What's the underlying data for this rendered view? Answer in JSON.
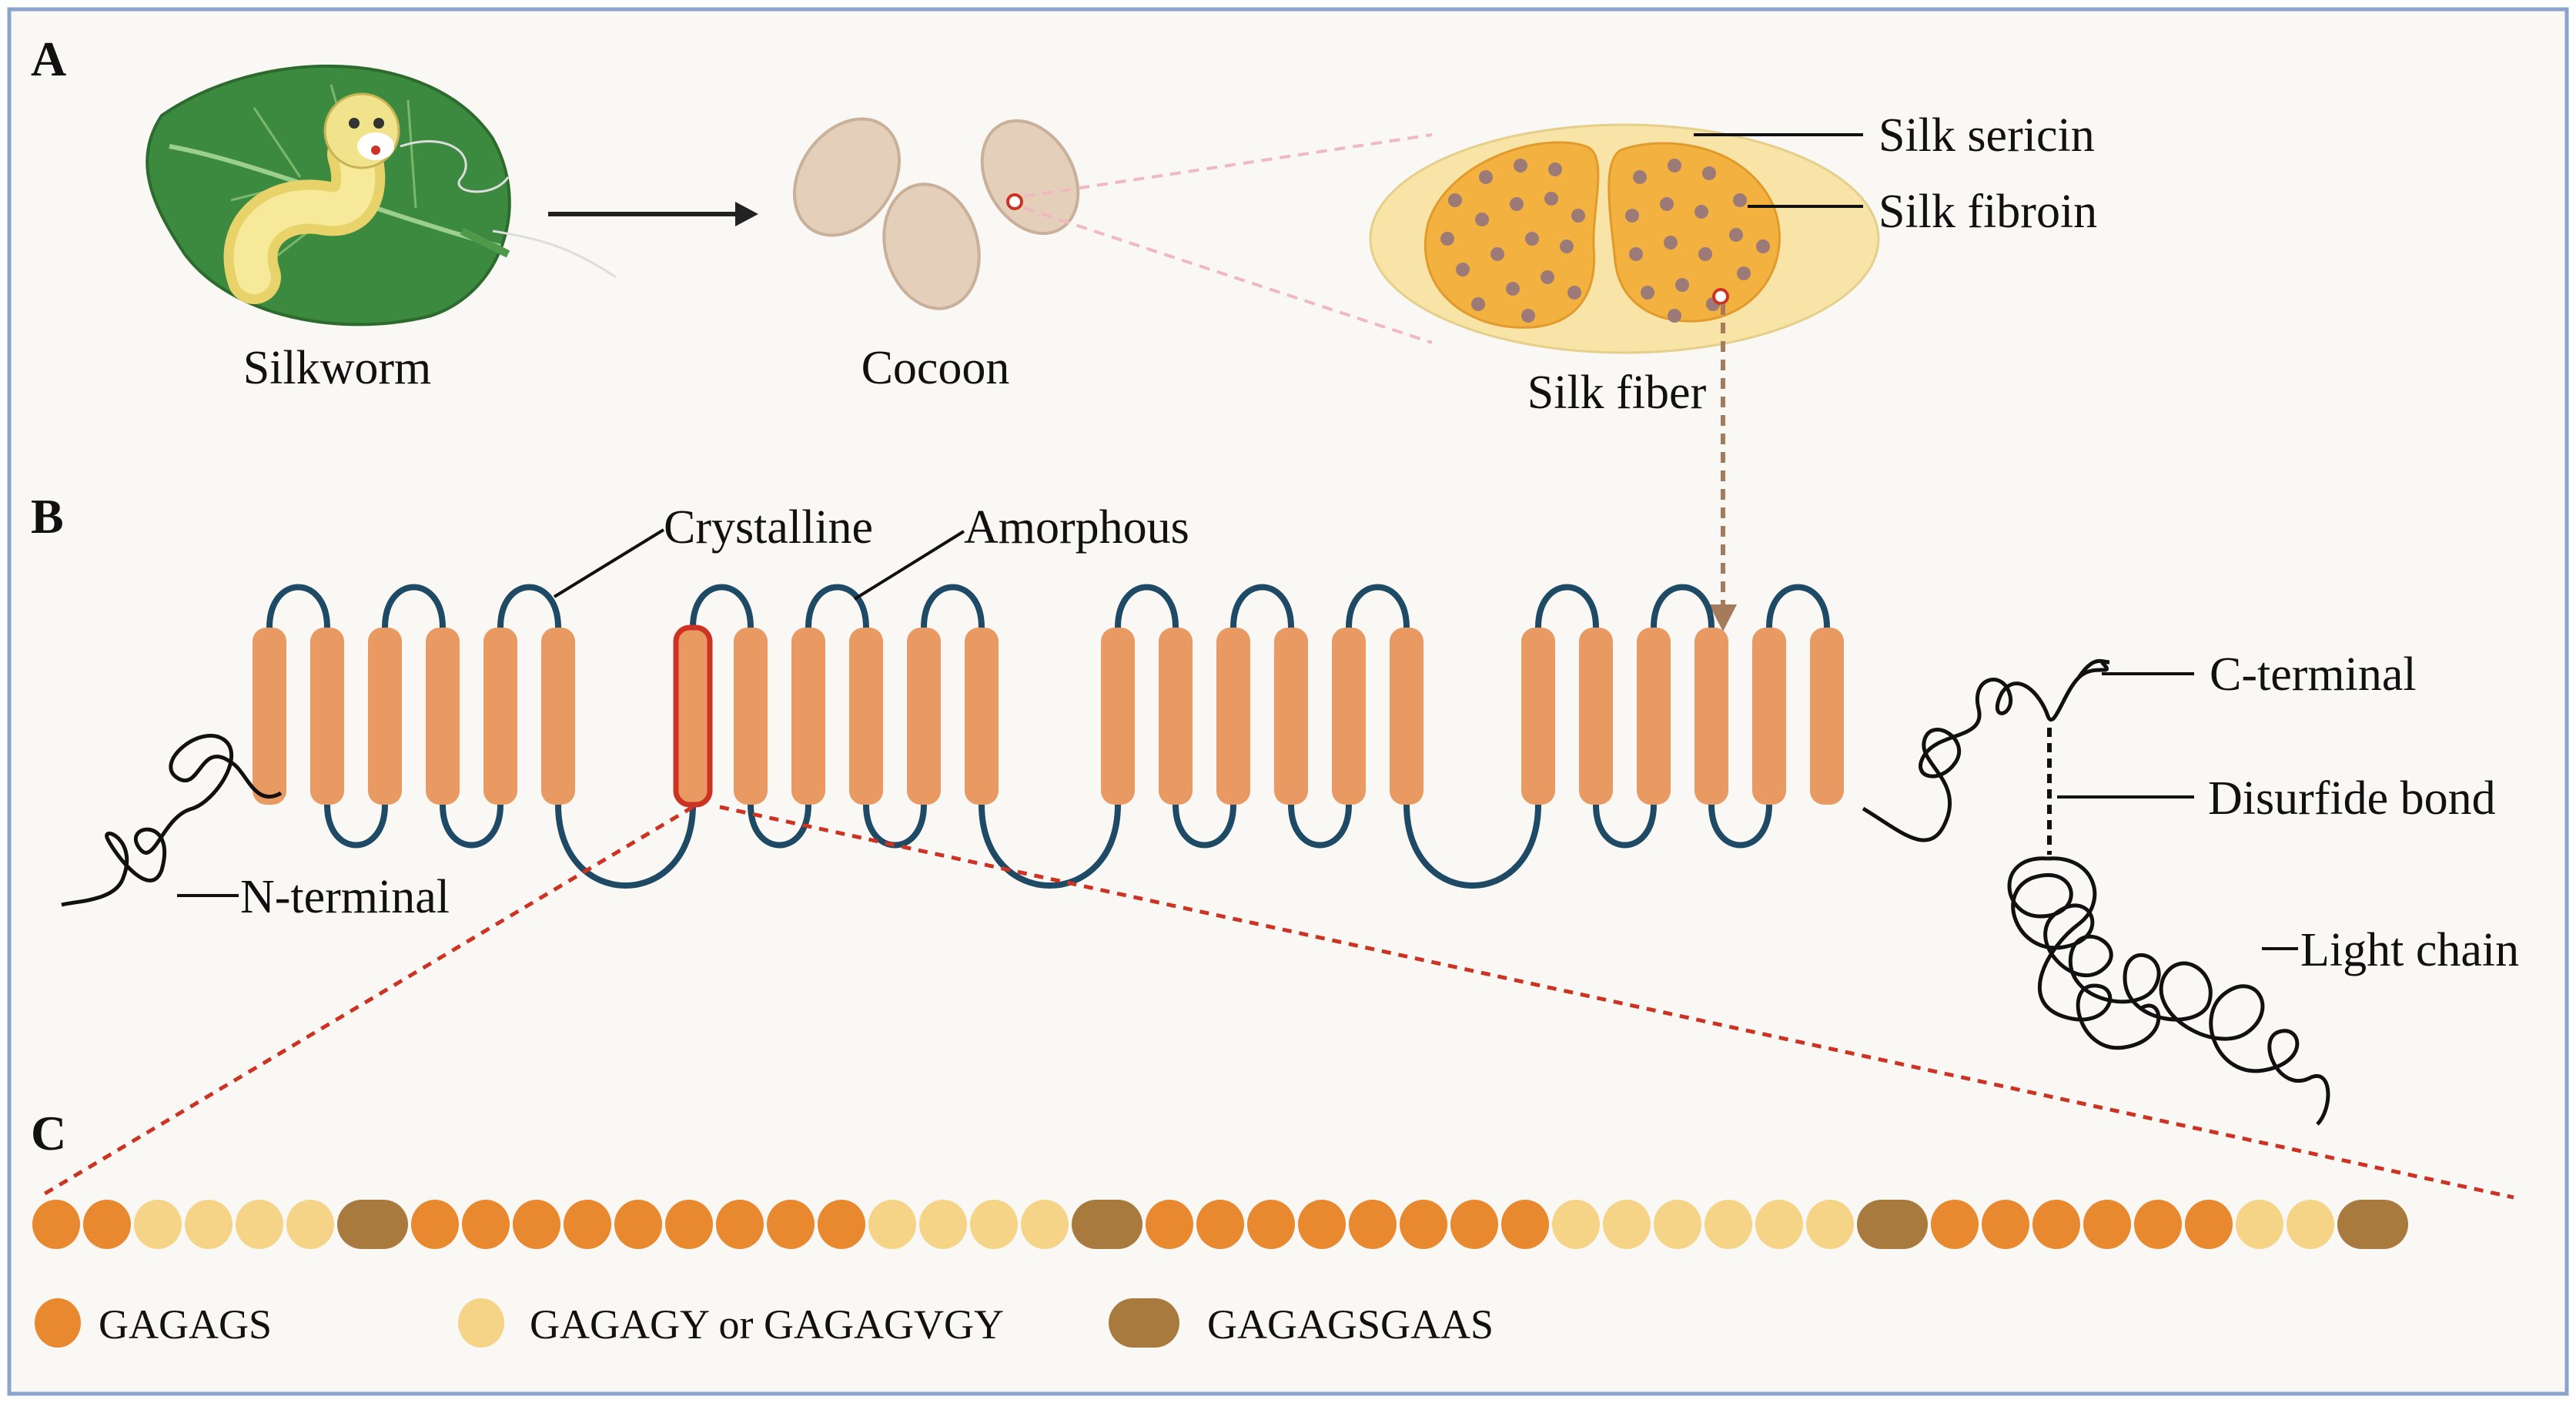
{
  "panels": {
    "a": "A",
    "b": "B",
    "c": "C"
  },
  "panel_a": {
    "silkworm": "Silkworm",
    "cocoon": "Cocoon",
    "silk_fiber": "Silk fiber",
    "silk_sericin": "Silk sericin",
    "silk_fibroin": "Silk fibroin"
  },
  "panel_b": {
    "crystalline": "Crystalline",
    "amorphous": "Amorphous",
    "n_terminal": "N-terminal",
    "c_terminal": "C-terminal",
    "disulfide_bond": "Disurfide bond",
    "light_chain": "Light chain",
    "blocks_per_group": [
      6,
      6,
      6,
      6
    ]
  },
  "panel_c": {
    "sequence": "OOLLLLBOOOOOOOOOLLLLBOOOOOOOOLLLLLLBOOOOOOLLB",
    "legend": [
      {
        "key": "O",
        "label": "GAGAGS",
        "color": "#e8892f"
      },
      {
        "key": "L",
        "label": "GAGAGY or GAGAGVGY",
        "color": "#f5d488"
      },
      {
        "key": "B",
        "label": "GAGAGSGAAS",
        "color": "#a87a3e"
      }
    ]
  },
  "colors": {
    "block": "#e99a62",
    "loop": "#1e4a66",
    "highlight": "#cc3322",
    "sericin": "#f7e4a6",
    "fibroin": "#f3b23f",
    "dot": "#9c7a78",
    "frame": "#8aa4cc"
  }
}
